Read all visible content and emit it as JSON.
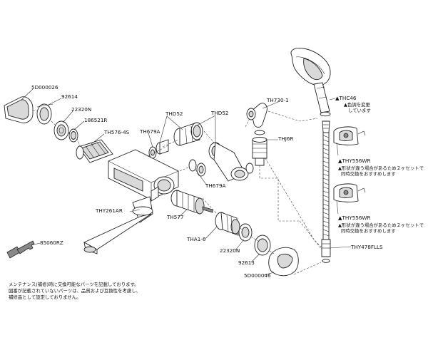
{
  "labels": {
    "p_5d000026": "5D000026",
    "p_92614": "92614",
    "p_22320n_top": "22320N",
    "p_186521r": "186521R",
    "p_th576_4s": "TH576-4S",
    "p_th679a_left": "TH679A",
    "p_thd52_left": "THD52",
    "p_thd52_right": "THD52",
    "p_th679a_right": "TH679A",
    "p_th730_1": "TH730-1",
    "p_thj6r": "THJ6R",
    "p_thy261ar": "THY261AR",
    "p_th577": "TH577",
    "p_tha1_6": "THA1-6",
    "p_22320n_bottom": "22320N",
    "p_92613": "92613",
    "p_5d000046": "5D000046",
    "p_85060rz": "85060RZ",
    "p_thc46": "▲THC46",
    "p_thy556wr_1": "▲THY556WR",
    "p_thy556wr_2": "▲THY556WR",
    "p_thy478flls": "THY478FLLS"
  },
  "notes": {
    "thc46_line1": "▲色調を変更",
    "thc46_line2": "しています",
    "wr1_line1": "▲形状が違う場合があるため２ヶセットで",
    "wr1_line2": "同時交換をおすすめします",
    "wr2_line1": "▲形状が違う場合があるため２ヶセットで",
    "wr2_line2": "同時交換をおすすめします",
    "footer_line1": "メンテナンス(補修)時に交換可能なパーツを記載しております。",
    "footer_line2": "図番が記載されていないパーツは、品質および互換性を考慮し、",
    "footer_line3": "補修品として設定しておりません。"
  }
}
